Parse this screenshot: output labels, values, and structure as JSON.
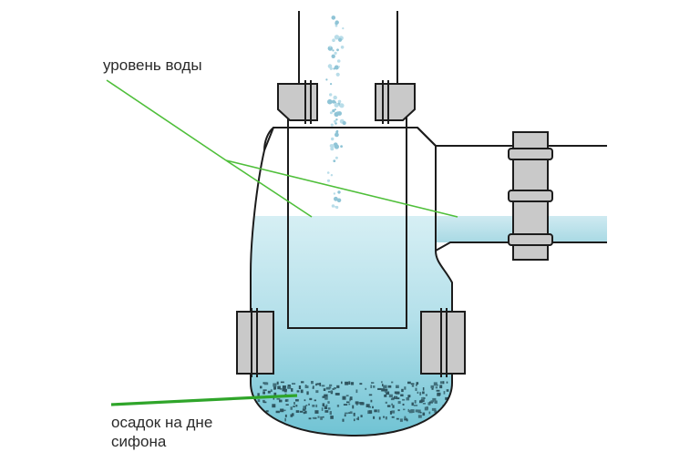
{
  "labels": {
    "water_level": "уровень воды",
    "sediment_line1": "осадок на дне",
    "sediment_line2": "сифона"
  },
  "colors": {
    "water_light": "#d4eef3",
    "water_mid": "#a9dbe6",
    "water_dark": "#6cc0d1",
    "outline": "#1c1c1c",
    "fitting": "#c9c9c9",
    "leader_light_green": "#4fbf3a",
    "leader_green": "#2fa52a",
    "sediment": "#2f5560",
    "bubbles": "#8fc4d6"
  }
}
